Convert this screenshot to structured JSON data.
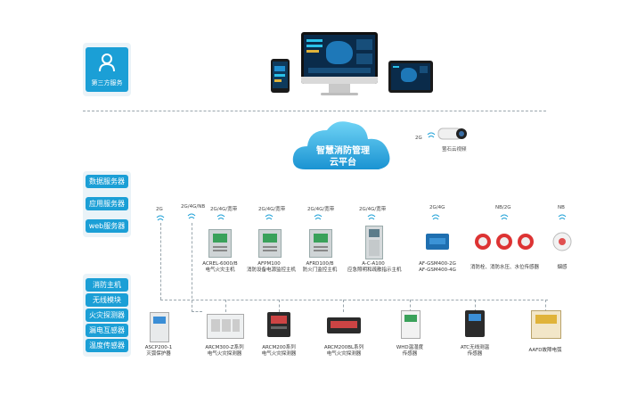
{
  "third_party": {
    "label": "第三方服务"
  },
  "cloud": {
    "line1": "智慧消防管理",
    "line2": "云平台"
  },
  "camera": {
    "network": "2G",
    "label": "萤石云视频"
  },
  "servers": [
    "数据服务器",
    "应用服务器",
    "web服务器"
  ],
  "modules": [
    "消防主机",
    "无线模块",
    "火灾探测器",
    "漏电互感器",
    "温度传感器"
  ],
  "top_devices": [
    {
      "network": "2G/4G/宽带",
      "line1": "ACREL-6000/B",
      "line2": "电气火灾主机"
    },
    {
      "network": "2G/4G/宽带",
      "line1": "AFPM100",
      "line2": "消防设备电源监控主机"
    },
    {
      "network": "2G/4G/宽带",
      "line1": "AFRD100/B",
      "line2": "防火门监控主机"
    },
    {
      "network": "2G/4G/宽带",
      "line1": "A-C-A100",
      "line2": "应急照明和疏散指示主机"
    },
    {
      "network": "2G/4G",
      "line1": "AF-GSM400-2G",
      "line2": "AF-GSM400-4G"
    },
    {
      "network": "NB/2G",
      "line1": "消防栓、消防水压、水位传感器",
      "line2": ""
    },
    {
      "network": "NB",
      "line1": "烟感",
      "line2": ""
    }
  ],
  "bottom_devices": [
    {
      "line1": "ASCP200-1",
      "line2": "灭弧保护器"
    },
    {
      "line1": "ARCM300-Z系列",
      "line2": "电气火灾探测器"
    },
    {
      "line1": "ARCM200系列",
      "line2": "电气火灾探测器"
    },
    {
      "line1": "ARCM200BL系列",
      "line2": "电气火灾探测器"
    },
    {
      "line1": "WHD温湿度",
      "line2": "传感器"
    },
    {
      "line1": "ATC无线测温",
      "line2": "传感器"
    },
    {
      "line1": "AAFD故障电弧",
      "line2": ""
    }
  ],
  "network_tags": {
    "left_2g": "2G",
    "left_2g4gnb": "2G/4G/NB"
  },
  "colors": {
    "accent": "#1b9fd6",
    "cloud": "#25a8de",
    "panel": "#eaf3f8"
  }
}
